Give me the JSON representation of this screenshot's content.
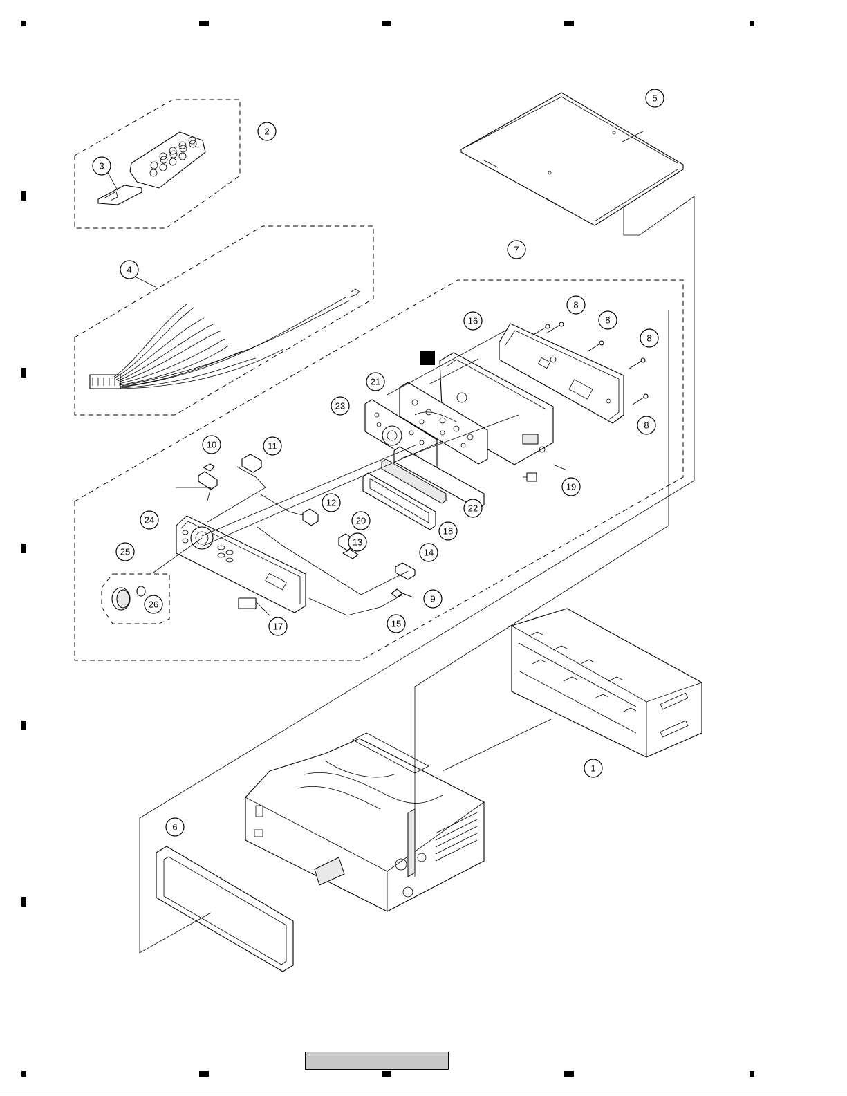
{
  "diagram": {
    "type": "exploded-parts-view",
    "callouts": [
      {
        "id": "c1",
        "label": "1"
      },
      {
        "id": "c2",
        "label": "2"
      },
      {
        "id": "c3",
        "label": "3"
      },
      {
        "id": "c4",
        "label": "4"
      },
      {
        "id": "c5",
        "label": "5"
      },
      {
        "id": "c6",
        "label": "6"
      },
      {
        "id": "c7",
        "label": "7"
      },
      {
        "id": "c8a",
        "label": "8"
      },
      {
        "id": "c8b",
        "label": "8"
      },
      {
        "id": "c8c",
        "label": "8"
      },
      {
        "id": "c8d",
        "label": "8"
      },
      {
        "id": "c9",
        "label": "9"
      },
      {
        "id": "c10",
        "label": "10"
      },
      {
        "id": "c11",
        "label": "11"
      },
      {
        "id": "c12",
        "label": "12"
      },
      {
        "id": "c13",
        "label": "13"
      },
      {
        "id": "c14",
        "label": "14"
      },
      {
        "id": "c15",
        "label": "15"
      },
      {
        "id": "c16",
        "label": "16"
      },
      {
        "id": "c17",
        "label": "17"
      },
      {
        "id": "c18",
        "label": "18"
      },
      {
        "id": "c19",
        "label": "19"
      },
      {
        "id": "c20",
        "label": "20"
      },
      {
        "id": "c21",
        "label": "21"
      },
      {
        "id": "c22",
        "label": "22"
      },
      {
        "id": "c23",
        "label": "23"
      },
      {
        "id": "c24",
        "label": "24"
      },
      {
        "id": "c25",
        "label": "25"
      },
      {
        "id": "c26",
        "label": "26"
      }
    ]
  },
  "colors": {
    "ink": "#000000",
    "paper": "#ffffff",
    "footer_fill": "#c8c8c8"
  }
}
